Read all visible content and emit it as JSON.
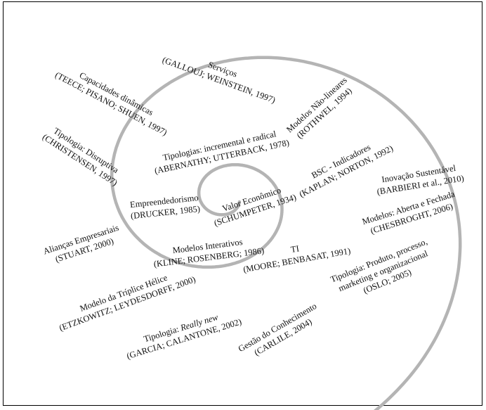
{
  "colors": {
    "spiral": "#b4b4b4",
    "text": "#111111",
    "frame": "#000000",
    "background": "#ffffff"
  },
  "labels": {
    "servicos": [
      "Serviços",
      "(GALLOUJ; WEINSTEIN, 1997)"
    ],
    "capacidades": [
      "Capacidades dinâmicas",
      "(TEECE; PISANO; SHUEN, 1997)"
    ],
    "nao_lineares": [
      "Modelos Não-lineares",
      "(ROTHWEL, 1994)"
    ],
    "disruptiva": [
      "Tipologia: Disruptiva",
      "(CHRISTENSEN, 1997)"
    ],
    "incremental": [
      "Tipologias: incremental e radical",
      "(ABERNATHY; UTTERBACK, 1978)"
    ],
    "bsc": [
      "BSC - Indicadores",
      "(KAPLAN; NORTON, 1992)"
    ],
    "sustentavel": [
      "Inovação Sustentável",
      "(BARBIERI et al., 2010)"
    ],
    "empreendedorismo": [
      "Empreendedorismo",
      "(DRUCKER, 1985)"
    ],
    "valor": [
      "Valor Econômico",
      "(SCHUMPETER, 1934)"
    ],
    "aberta": [
      "Modelos: Aberta e Fechada",
      "(CHESBROGHT, 2006)"
    ],
    "aliancas": [
      "Alianças Empresariais",
      "(STUART, 2000)"
    ],
    "interativos": [
      "Modelos Interativos",
      "(KLINE; ROSENBERG; 1986)"
    ],
    "ti": [
      "TI",
      "(MOORE; BENBASAT,  1991)"
    ],
    "tripla": [
      "Modelo da Tríplice Hélice",
      "(ETZKOWITZ; LEYDESDORFF, 2000)"
    ],
    "oslo": [
      "Tipologia: Produto, processo,",
      "marketing e organizacional",
      "(OSLO; 2005)"
    ],
    "really_new": {
      "prefix": "Tipologia: ",
      "italic": "Really new",
      "line2": "(GARCIA; CALANTONE, 2002)"
    },
    "conhecimento": [
      "Gestão do Conhecimento",
      "(CARLILE, 2004)"
    ]
  }
}
